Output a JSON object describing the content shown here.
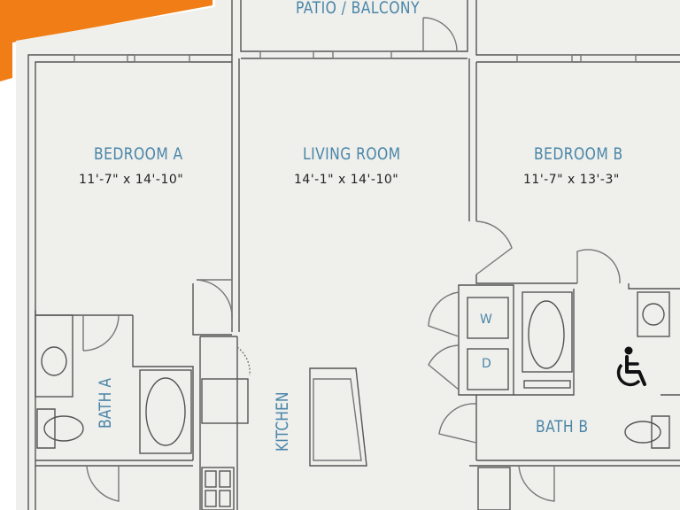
{
  "accent_color": "#f07d16",
  "label_color": "#4a86a8",
  "rooms": {
    "patio": {
      "label": "PATIO / BALCONY"
    },
    "bedroom_a": {
      "label": "BEDROOM A",
      "dimensions": "11'-7\" x 14'-10\""
    },
    "living_room": {
      "label": "LIVING ROOM",
      "dimensions": "14'-1\" x 14'-10\""
    },
    "bedroom_b": {
      "label": "BEDROOM B",
      "dimensions": "11'-7\" x 13'-3\""
    },
    "bath_a": {
      "label": "BATH A"
    },
    "bath_b": {
      "label": "BATH B"
    },
    "kitchen": {
      "label": "KITCHEN"
    }
  },
  "laundry": {
    "washer": "W",
    "dryer": "D"
  },
  "icons": {
    "accessibility": "wheelchair-icon"
  }
}
